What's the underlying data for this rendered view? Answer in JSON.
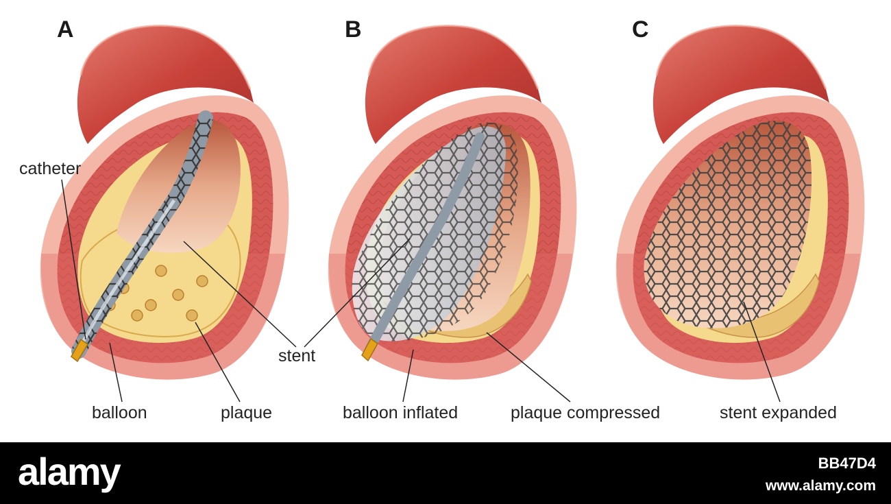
{
  "panels": [
    {
      "letter": "A",
      "name": "catheter-insertion"
    },
    {
      "letter": "B",
      "name": "balloon-inflation"
    },
    {
      "letter": "C",
      "name": "stent-expansion"
    }
  ],
  "labels": {
    "catheter": "catheter",
    "balloon": "balloon",
    "plaque": "plaque",
    "stent": "stent",
    "balloon_inflated": "balloon inflated",
    "plaque_compressed": "plaque compressed",
    "stent_expanded": "stent expanded"
  },
  "footer": {
    "brand": "alamy",
    "image_id": "BB47D4",
    "url": "www.alamy.com"
  },
  "colors": {
    "vessel_outer": "#c9433b",
    "vessel_wall": "#e88a7d",
    "vessel_inner": "#f3b6a7",
    "muscle": "#d55a55",
    "plaque": "#f5d98c",
    "lumen": "#f7d9c4",
    "stent": "#3c3c3c",
    "balloon": "#d9dee4",
    "catheter": "#8e9aa6",
    "tip": "#e3a21a"
  }
}
